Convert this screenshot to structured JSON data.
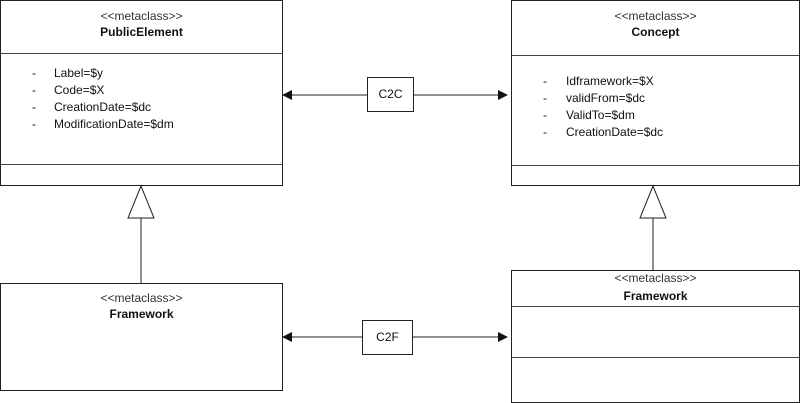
{
  "classes": {
    "public_element": {
      "stereotype": "<<metaclass>>",
      "name": "PublicElement",
      "attributes": [
        {
          "marker": "-",
          "text": "Label=$y"
        },
        {
          "marker": "-",
          "text": "Code=$X"
        },
        {
          "marker": "-",
          "text": "CreationDate=$dc"
        },
        {
          "marker": "-",
          "text": "ModificationDate=$dm"
        }
      ]
    },
    "concept": {
      "stereotype": "<<metaclass>>",
      "name": "Concept",
      "attributes": [
        {
          "marker": "-",
          "text": "Idframework=$X"
        },
        {
          "marker": "-",
          "text": "validFrom=$dc"
        },
        {
          "marker": "-",
          "text": "ValidTo=$dm"
        },
        {
          "marker": "-",
          "text": "CreationDate=$dc"
        }
      ]
    },
    "framework_left": {
      "stereotype": "<<metaclass>>",
      "name": "Framework"
    },
    "framework_right": {
      "stereotype": "<<metaclass>>",
      "name": "Framework"
    }
  },
  "associations": {
    "top": {
      "label": "C2C"
    },
    "bottom": {
      "label": "C2F"
    }
  }
}
